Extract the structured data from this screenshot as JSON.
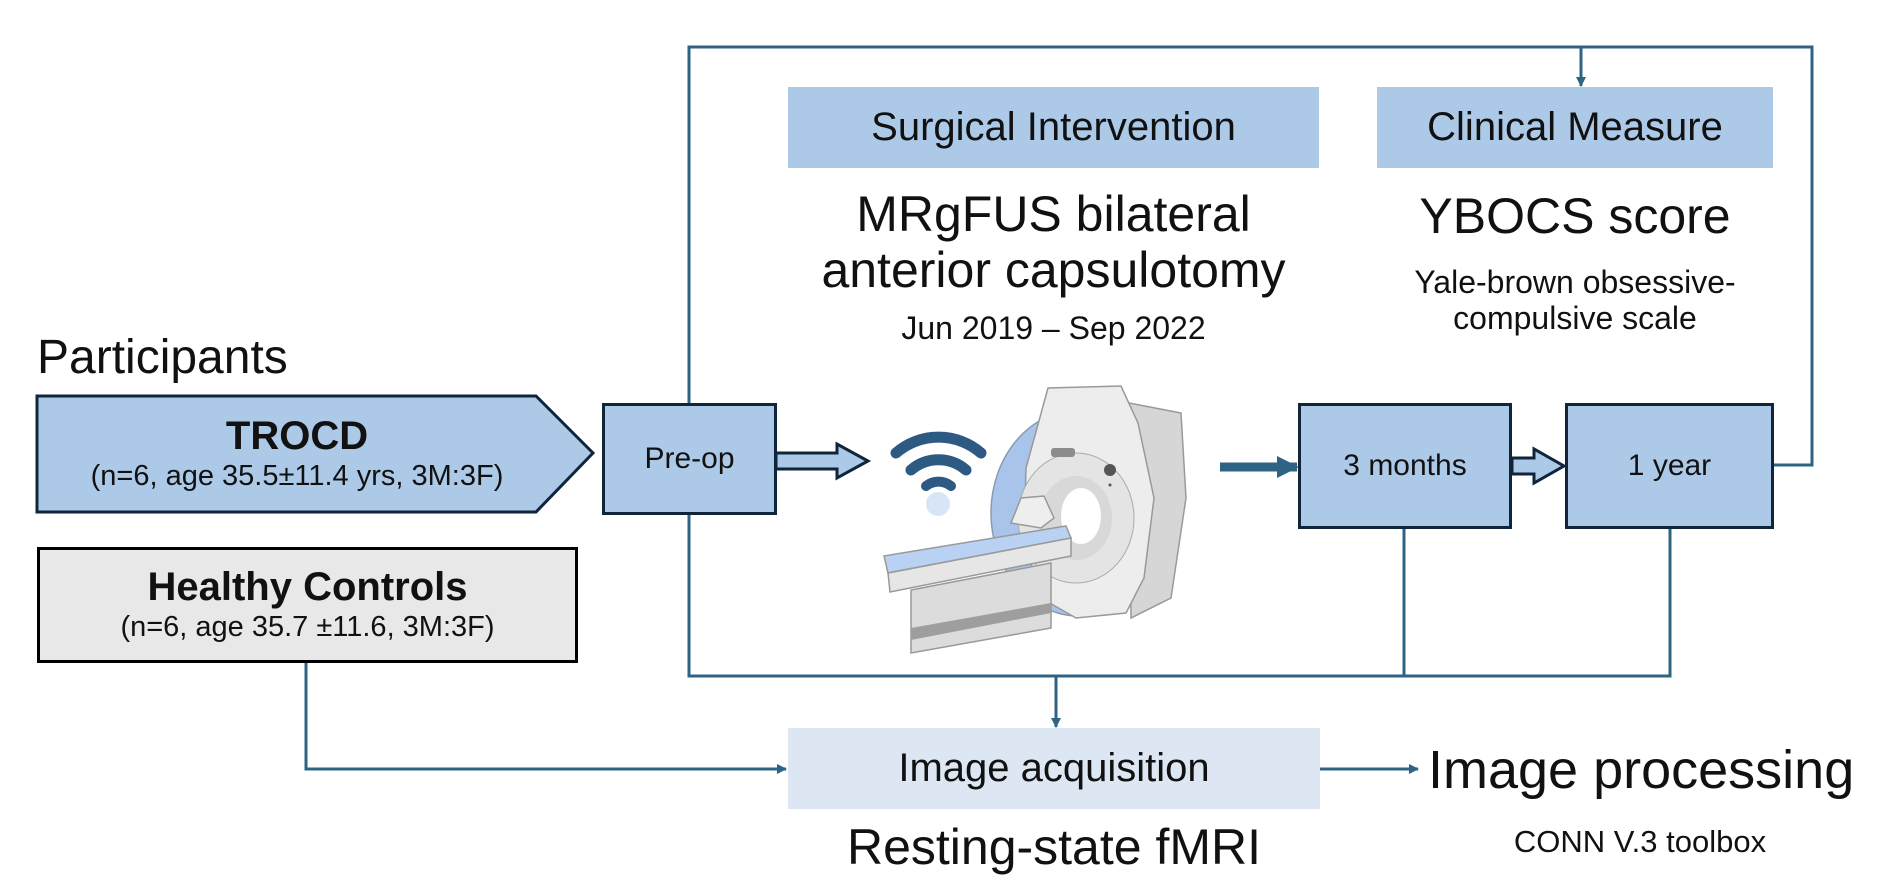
{
  "colors": {
    "frame_line": "#2e6384",
    "box_fill": "#adc9e8",
    "box_border": "#10253a",
    "controls_fill": "#e8e8e8",
    "acquisition_fill": "#dde7f3"
  },
  "participants": {
    "heading": "Participants",
    "trocd": {
      "title": "TROCD",
      "detail": "(n=6, age 35.5±11.4 yrs, 3M:3F)"
    },
    "controls": {
      "title": "Healthy Controls",
      "detail": "(n=6, age 35.7 ±11.6, 3M:3F)"
    }
  },
  "surgery": {
    "header": "Surgical Intervention",
    "title_line1": "MRgFUS bilateral",
    "title_line2": "anterior capsulotomy",
    "dates": "Jun 2019 – Sep 2022",
    "illustration": "mri-scanner-with-ultrasound-icon"
  },
  "clinical": {
    "header": "Clinical Measure",
    "title": "YBOCS score",
    "subtitle_line1": "Yale-brown obsessive-",
    "subtitle_line2": "compulsive scale"
  },
  "timepoints": {
    "preop": "Pre-op",
    "three_months": "3 months",
    "one_year": "1 year"
  },
  "acquisition": {
    "header": "Image acquisition",
    "subtitle": "Resting-state fMRI"
  },
  "processing": {
    "title": "Image processing",
    "subtitle": "CONN V.3 toolbox"
  }
}
